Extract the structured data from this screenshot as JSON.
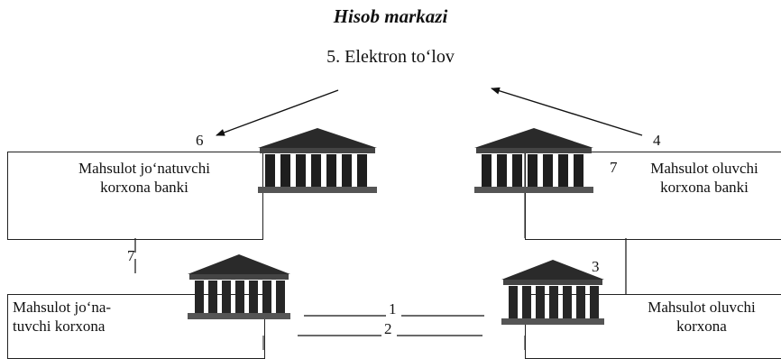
{
  "title": "Hisob markazi",
  "subtitle": "5. Elektron to‘lov",
  "banks": {
    "seller": "Mahsulot jo‘natuvchi\nkorxona banki",
    "buyer_number": "7",
    "buyer": "Mahsulot oluvchi\nkorxona banki"
  },
  "companies": {
    "seller": "Mahsulot jo‘na-\ntuvchi korxona",
    "buyer": "Mahsulot oluvchi\nkorxona"
  },
  "steps": {
    "s1": "1",
    "s2": "2",
    "s3": "3",
    "s4": "4",
    "s6": "6",
    "s7": "7"
  },
  "icons": [
    "bank-building-icon",
    "arrow-icon"
  ]
}
